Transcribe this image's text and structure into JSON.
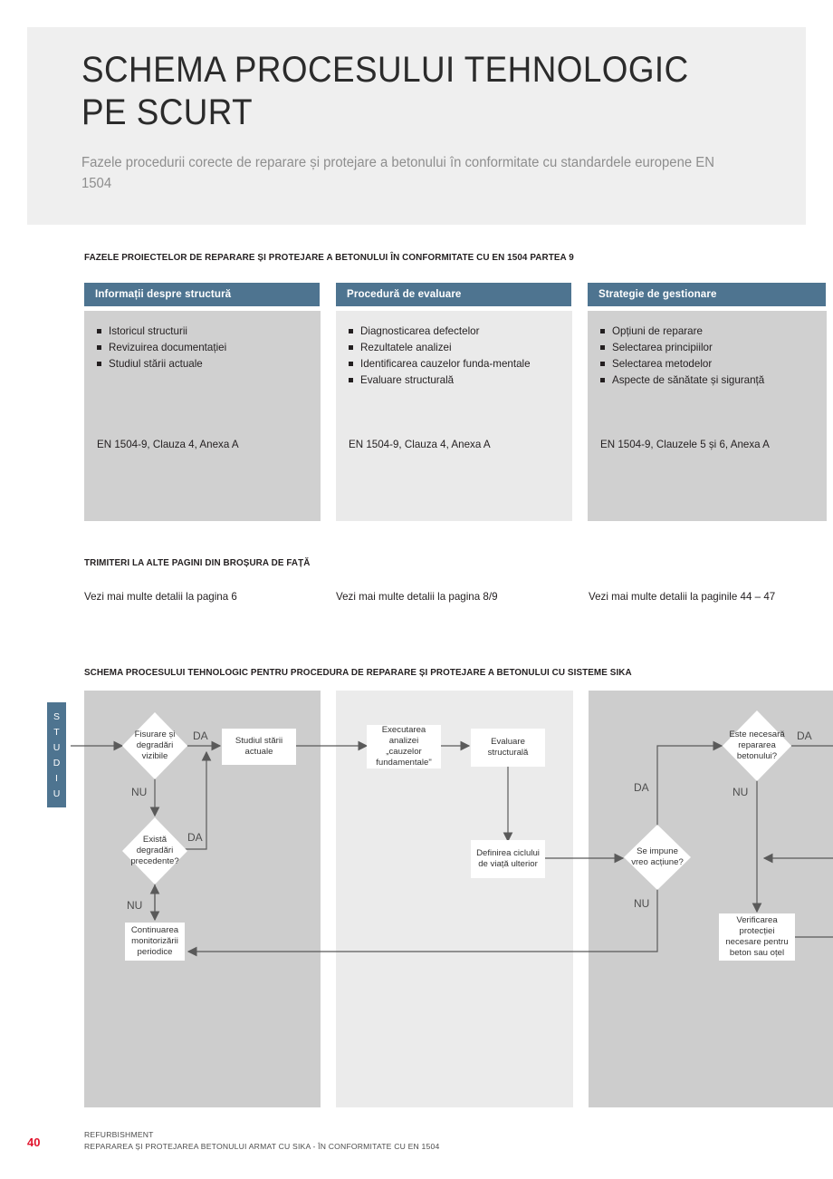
{
  "hero": {
    "title": "SCHEMA PROCESULUI TEHNOLOGIC PE SCURT",
    "subtitle": "Fazele procedurii corecte de reparare și protejare a betonului în conformitate cu standardele europene EN 1504"
  },
  "phases": {
    "heading": "FAZELE PROIECTELOR DE REPARARE ȘI PROTEJARE A BETONULUI ÎN CONFORMITATE CU EN 1504 PARTEA 9",
    "columns": [
      {
        "title": "Informații despre structură",
        "items": [
          "Istoricul structurii",
          "Revizuirea documentației",
          "Studiul stării actuale"
        ],
        "reference": "EN 1504-9, Clauza 4, Anexa A"
      },
      {
        "title": "Procedură de evaluare",
        "items": [
          "Diagnosticarea defectelor",
          "Rezultatele analizei",
          "Identificarea cauzelor funda-mentale",
          "Evaluare structurală"
        ],
        "reference": "EN 1504-9, Clauza 4, Anexa A"
      },
      {
        "title": "Strategie de gestionare",
        "items": [
          "Opțiuni de reparare",
          "Selectarea principiilor",
          "Selectarea metodelor",
          "Aspecte de sănătate și siguranță"
        ],
        "reference": "EN 1504-9, Clauzele 5 și 6, Anexa A"
      }
    ]
  },
  "references": {
    "heading": "TRIMITERI LA ALTE PAGINI DIN BROȘURA DE FAȚĂ",
    "lines": [
      "Vezi mai multe detalii la pagina 6",
      "Vezi mai multe detalii la pagina 8/9",
      "Vezi mai multe detalii la paginile 44 – 47"
    ]
  },
  "flowchart": {
    "heading": "SCHEMA PROCESULUI TEHNOLOGIC PENTRU PROCEDURA DE REPARARE ȘI PROTEJARE A BETONULUI CU SISTEME SIKA",
    "stage_tab": "STUDIU",
    "nodes": {
      "d1": "Fisurare și degradări vizibile",
      "n1": "Studiul stării actuale",
      "d2": "Există degradări precedente?",
      "n2": "Continuarea monitorizării periodice",
      "n3": "Executarea analizei „cauzelor fundamentale\"",
      "n4": "Evaluare structurală",
      "n5": "Definirea ciclului de viață ulterior",
      "d3": "Se impune vreo acțiune?",
      "d4": "Este necesară repararea betonului?",
      "n6": "Verificarea protecției necesare pentru beton sau oțel"
    },
    "labels": {
      "yes": "DA",
      "no": "NU"
    }
  },
  "footer": {
    "page_number": "40",
    "line1": "REFURBISHMENT",
    "line2": "REPARAREA ȘI PROTEJAREA BETONULUI ARMAT CU SIKA - ÎN CONFORMITATE CU EN 1504"
  },
  "colors": {
    "teal": "#4e7490",
    "red": "#e1142d",
    "panel_dark": "#cdcdcd",
    "panel_light": "#ebebeb"
  }
}
